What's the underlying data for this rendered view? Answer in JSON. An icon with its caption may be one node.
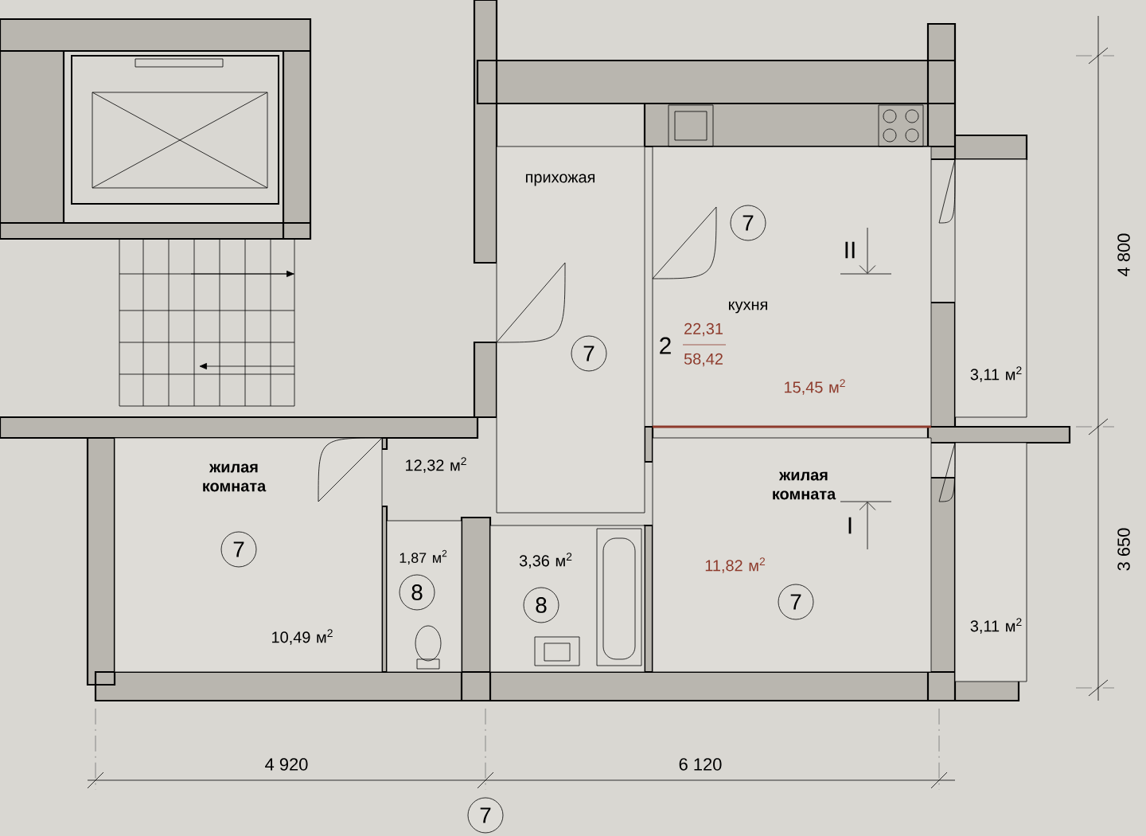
{
  "diagram": {
    "nodes": [
      {
        "text": [
          "прихожая",
          "12,32 м$^{2}$"
        ]
      },
      {
        "text": [
          "7"
        ],
        "in": 0
      },
      {
        "text": [
          "кухня",
          "2",
          "22,31",
          "58,42",
          "15,45 м$^{2}$"
        ]
      },
      {
        "text": [
          "7"
        ],
        "in": 2
      },
      {
        "text": [
          "3,11 м$^{2}$"
        ]
      },
      {
        "text": [
          "жилая комната",
          "10,49 м$^{2}$"
        ]
      },
      {
        "text": [
          "7"
        ],
        "in": 5
      },
      {
        "text": [
          "1,87 м$^{2}$"
        ]
      },
      {
        "text": [
          "8"
        ],
        "in": 7
      },
      {
        "text": [
          "3,36 м$^{2}$"
        ]
      },
      {
        "text": [
          "8"
        ],
        "in": 9
      },
      {
        "text": [
          "жилая комната",
          "11,82 м$^{2}$"
        ]
      },
      {
        "text": [
          "7"
        ],
        "in": 11
      },
      {
        "text": [
          "3,11 м$^{2}$"
        ]
      },
      {
        "text": [
          "7"
        ]
      }
    ],
    "edges": [],
    "labels": [
      "II",
      "I",
      "4 800",
      "3 650",
      "4 920",
      "6 120"
    ]
  }
}
